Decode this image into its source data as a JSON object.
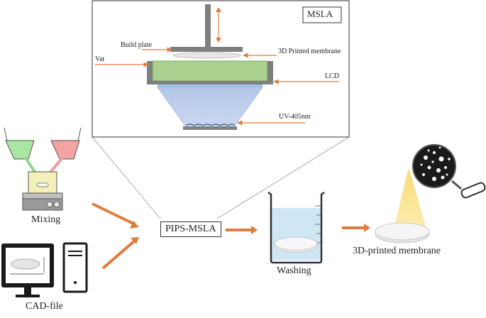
{
  "msla_panel": {
    "title": "MSLA",
    "labels": {
      "build_plate": "Build plate",
      "printed_membrane": "3D Printed membrane",
      "vat": "Vat",
      "lcd": "LCD",
      "uv": "UV-405nm"
    }
  },
  "workflow": {
    "mixing": "Mixing",
    "cad_file": "CAD-file",
    "process": "PIPS-MSLA",
    "washing": "Washing",
    "result": "3D-printed membrane"
  },
  "colors": {
    "arrow_orange": "#e07b3c",
    "resin_green": "#a9d08e",
    "uv_blue": "#b4c7e7",
    "gray_metal": "#7f7f7f",
    "red_liquid": "#f4a3a3",
    "green_liquid": "#a8e6a3",
    "water_blue": "#cfe6f5"
  }
}
